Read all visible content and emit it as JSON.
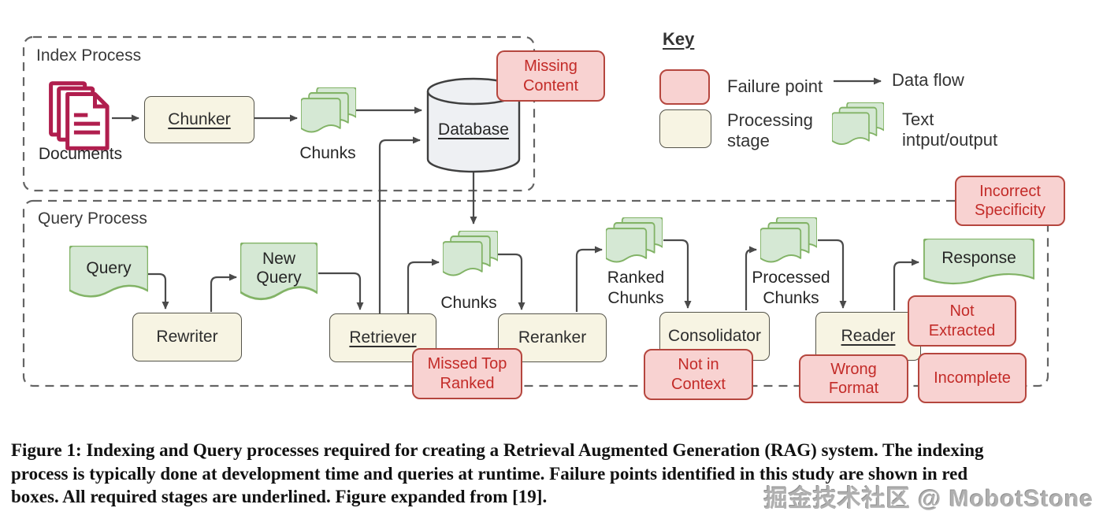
{
  "diagram": {
    "index": {
      "title": "Index Process",
      "documents": "Documents",
      "chunker": "Chunker",
      "chunks": "Chunks",
      "database": "Database"
    },
    "query": {
      "title": "Query Process",
      "query": "Query",
      "rewriter": "Rewriter",
      "new_query": "New Query",
      "retriever": "Retriever",
      "chunks": "Chunks",
      "reranker": "Reranker",
      "ranked_chunks": "Ranked Chunks",
      "consolidator": "Consolidator",
      "processed_chunks": "Processed Chunks",
      "reader": "Reader",
      "response": "Response"
    },
    "failures": {
      "missing_content": "Missing Content",
      "missed_top_ranked": "Missed Top Ranked",
      "not_in_context": "Not in Context",
      "incorrect_specificity": "Incorrect Specificity",
      "not_extracted": "Not Extracted",
      "wrong_format": "Wrong Format",
      "incomplete": "Incomplete"
    },
    "key": {
      "title": "Key",
      "failure_point": "Failure point",
      "processing_stage": "Processing stage",
      "data_flow": "Data flow",
      "text_io": "Text intput/output"
    }
  },
  "caption": {
    "lines": [
      "Figure 1: Indexing and Query processes required for creating a Retrieval Augmented Generation (RAG) system. The indexing",
      "process is typically done at development time and queries at runtime. Failure points identified in this study are shown in red",
      "boxes. All required stages are underlined. Figure expanded from [19]."
    ]
  },
  "watermark": "掘金技术社区 @ MobotStone",
  "colors": {
    "failure_fill": "#f8d2d1",
    "failure_stroke": "#b5463e",
    "failure_text": "#c32b28",
    "stage_fill": "#f7f4e3",
    "stage_stroke": "#55544a",
    "io_fill": "#d5e8d4",
    "io_stroke": "#82b366",
    "docs": "#b01e4e",
    "arrow": "#4a4a4a"
  }
}
